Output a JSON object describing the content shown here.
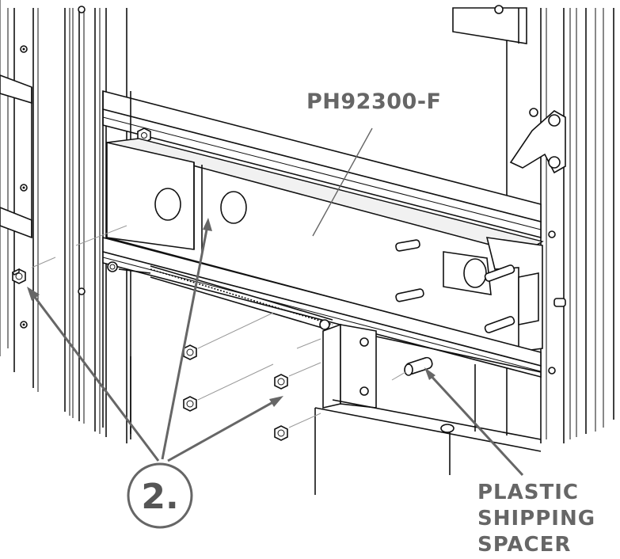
{
  "labels": {
    "part_number": "PH92300-F",
    "spacer_line1": "PLASTIC",
    "spacer_line2": "SHIPPING",
    "spacer_line3": "SPACER",
    "step": "2."
  },
  "colors": {
    "callout_text": "#666666",
    "line_art": "#111111",
    "background": "#ffffff"
  }
}
